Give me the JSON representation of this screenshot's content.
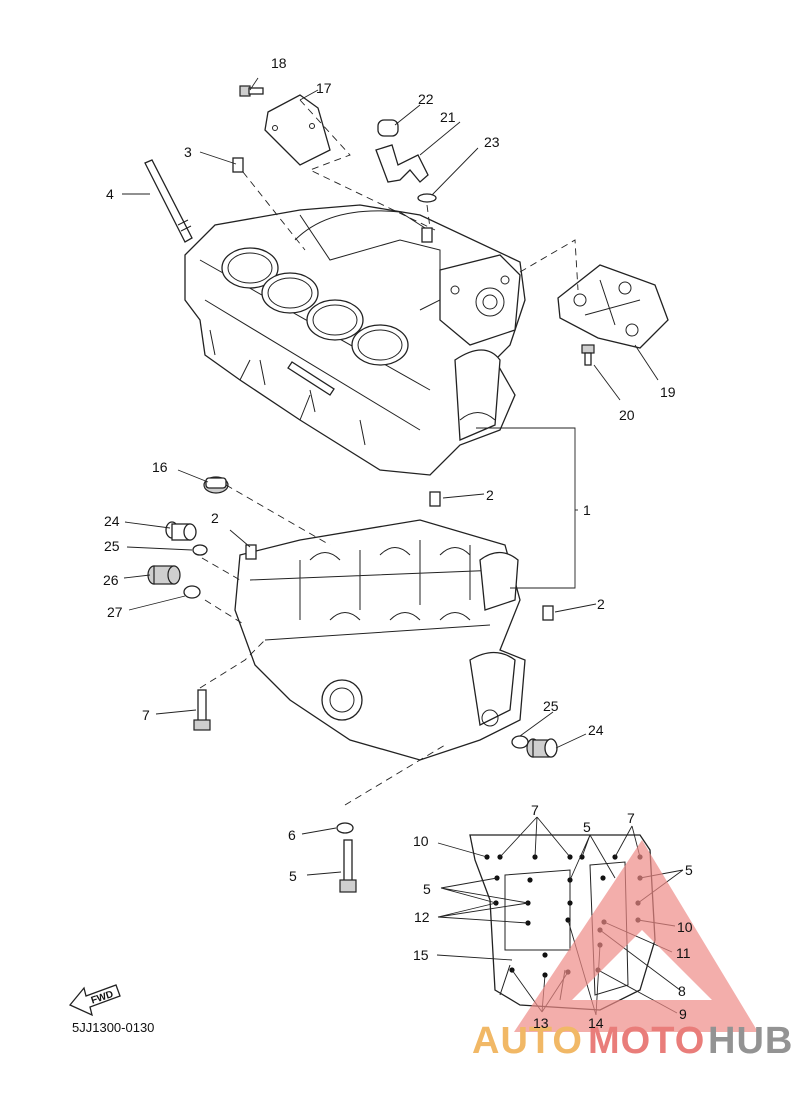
{
  "diagram": {
    "code": "5JJ1300-0130",
    "fwd_label": "FWD",
    "callouts": {
      "c1": "1",
      "c2a": "2",
      "c2b": "2",
      "c2c": "2",
      "c3": "3",
      "c4": "4",
      "c5a": "5",
      "c6": "6",
      "c7a": "7",
      "c16": "16",
      "c17": "17",
      "c18": "18",
      "c19": "19",
      "c20": "20",
      "c21": "21",
      "c22": "22",
      "c23": "23",
      "c24a": "24",
      "c24b": "24",
      "c25a": "25",
      "c25b": "25",
      "c26": "26",
      "c27": "27"
    },
    "inset_callouts": {
      "i7a": "7",
      "i7b": "7",
      "i5a": "5",
      "i5b": "5",
      "i5c": "5",
      "i10a": "10",
      "i10b": "10",
      "i12": "12",
      "i15": "15",
      "i11": "11",
      "i8": "8",
      "i9": "9",
      "i13": "13",
      "i14": "14"
    }
  },
  "watermark": {
    "part1": "AUTO",
    "part2": "MOTO",
    "part3": "HUB",
    "colors": {
      "auto": "#f0b25a",
      "moto": "#e8736f",
      "hub": "#8a8a8a",
      "triangle": "#ee8a86"
    }
  }
}
